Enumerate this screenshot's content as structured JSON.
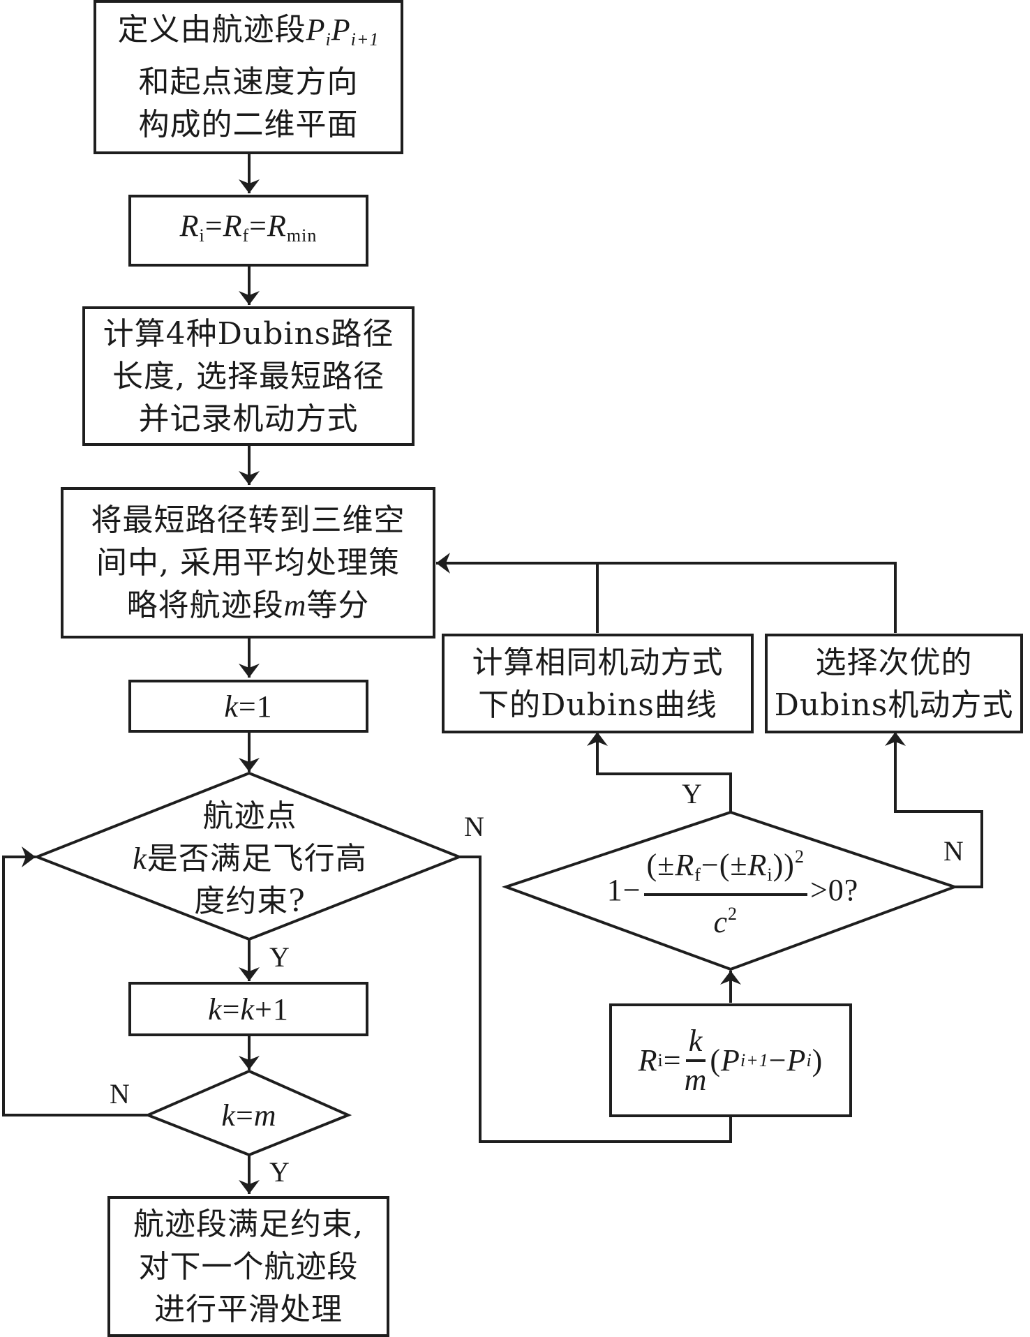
{
  "diagram": {
    "type": "flowchart",
    "nodes": {
      "define_plane": {
        "lines": [
          "定义由航迹段",
          "和起点速度方向",
          "构成的二维平面"
        ],
        "segment_symbol": "P",
        "sub1": "i",
        "sub2": "i+1"
      },
      "init_radius": {
        "R": "R",
        "sub_i": "i",
        "sub_f": "f",
        "sub_min": "min",
        "eq": "="
      },
      "compute_dubins": {
        "lines": [
          "计算4种Dubins路径",
          "长度, 选择最短路径",
          "并记录机动方式"
        ]
      },
      "to_3d": {
        "lines": [
          "将最短路径转到三维空",
          "间中, 采用平均处理策",
          "略将航迹段"
        ],
        "var_m": "m",
        "suffix": "等分"
      },
      "k_init": {
        "var": "k",
        "rest": "=1"
      },
      "check_altitude": {
        "line1": "航迹点",
        "var": "k",
        "line2": "是否满足飞行高",
        "line3": "度约束?"
      },
      "k_increment": {
        "var1": "k",
        "eq": "=",
        "var2": "k",
        "rest": "+1"
      },
      "k_equals_m": {
        "var1": "k",
        "eq": "=",
        "var2": "m"
      },
      "segment_done": {
        "lines": [
          "航迹段满足约束,",
          "对下一个航迹段",
          "进行平滑处理"
        ]
      },
      "compute_same_mode": {
        "lines": [
          "计算相同机动方式",
          "下的Dubins曲线"
        ]
      },
      "select_suboptimal": {
        "lines": [
          "选择次优的",
          "Dubins机动方式"
        ]
      },
      "radius_condition": {
        "one_minus": "1−",
        "numerator": {
          "open": "(±",
          "R": "R",
          "sub_f": "f",
          "mid": "−(±",
          "sub_i": "i",
          "close": "))",
          "exp": "2"
        },
        "denominator": {
          "c": "c",
          "exp": "2"
        },
        "tail": ">0?"
      },
      "radius_update": {
        "R": "R",
        "sub_i": "i",
        "eq": "=",
        "k": "k",
        "m": "m",
        "open": "(",
        "P": "P",
        "sub_ip1": "i+1",
        "minus": "−",
        "sub_i2": "i",
        "close": ")"
      }
    },
    "edge_labels": {
      "altitude_no": "N",
      "altitude_yes": "Y",
      "km_no": "N",
      "km_yes": "Y",
      "condition_yes": "Y",
      "condition_no": "N"
    },
    "edges": [
      {
        "from": "define_plane",
        "to": "init_radius"
      },
      {
        "from": "init_radius",
        "to": "compute_dubins"
      },
      {
        "from": "compute_dubins",
        "to": "to_3d"
      },
      {
        "from": "to_3d",
        "to": "k_init"
      },
      {
        "from": "k_init",
        "to": "check_altitude"
      },
      {
        "from": "check_altitude",
        "to": "k_increment",
        "label": "Y"
      },
      {
        "from": "check_altitude",
        "to": "radius_update",
        "label": "N"
      },
      {
        "from": "k_increment",
        "to": "k_equals_m"
      },
      {
        "from": "k_equals_m",
        "to": "check_altitude",
        "label": "N"
      },
      {
        "from": "k_equals_m",
        "to": "segment_done",
        "label": "Y"
      },
      {
        "from": "radius_update",
        "to": "radius_condition"
      },
      {
        "from": "radius_condition",
        "to": "compute_same_mode",
        "label": "Y"
      },
      {
        "from": "radius_condition",
        "to": "select_suboptimal",
        "label": "N"
      },
      {
        "from": "compute_same_mode",
        "to": "to_3d"
      },
      {
        "from": "select_suboptimal",
        "to": "to_3d"
      }
    ],
    "colors": {
      "stroke": "#1e1e1e",
      "background": "#ffffff",
      "text": "#1a1a1a"
    }
  }
}
